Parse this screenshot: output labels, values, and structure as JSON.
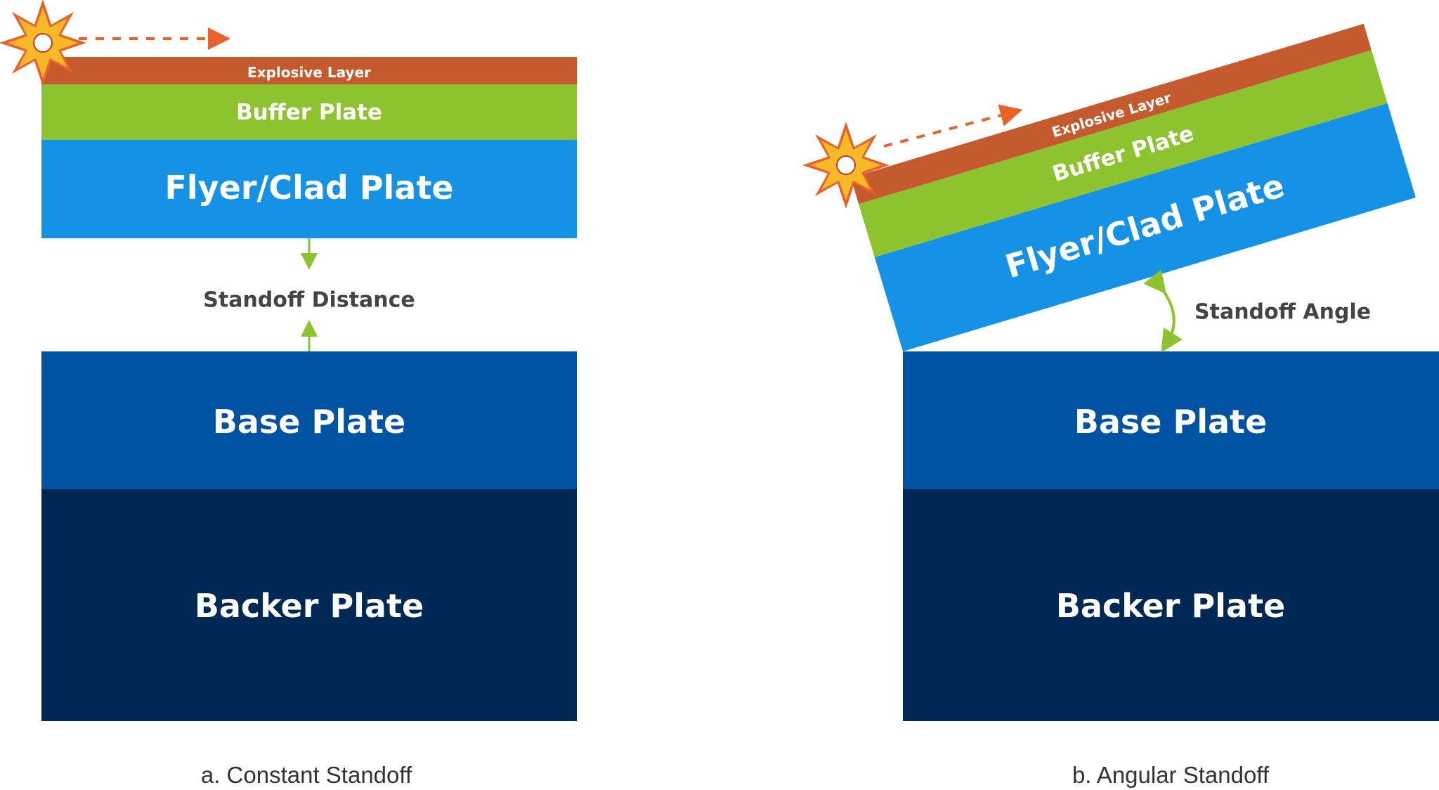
{
  "colors": {
    "explosive": "#c45a2d",
    "buffer": "#8dc32f",
    "flyer": "#1592e6",
    "base": "#0052a3",
    "backer": "#002855",
    "arrow_green": "#8dc32f",
    "detonation_arrow": "#e8622a"
  },
  "panel_a": {
    "explosive": "Explosive Layer",
    "buffer": "Buffer Plate",
    "flyer": "Flyer/Clad Plate",
    "standoff": "Standoff Distance",
    "base": "Base Plate",
    "backer": "Backer Plate",
    "caption": "a. Constant Standoff"
  },
  "panel_b": {
    "explosive": "Explosive Layer",
    "buffer": "Buffer Plate",
    "flyer": "Flyer/Clad Plate",
    "standoff": "Standoff Angle",
    "base": "Base Plate",
    "backer": "Backer Plate",
    "caption": "b. Angular Standoff"
  }
}
